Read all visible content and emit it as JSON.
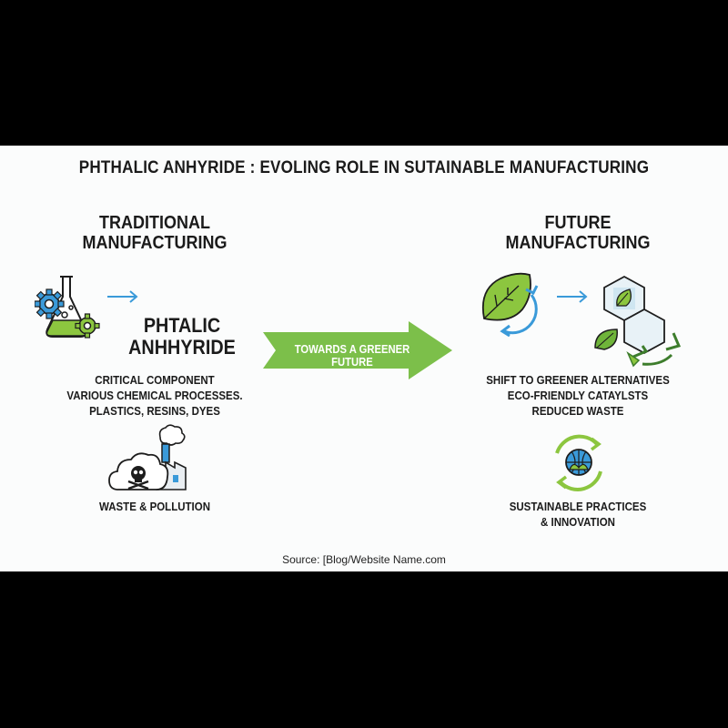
{
  "title": "PHTHALIC ANHYRIDE : EVOLING ROLE IN SUTAINABLE MANUFACTURING",
  "traditional": {
    "heading": "TRADITIONAL\nMANUFACTURING",
    "product_heading": "PHTALIC\nANHHYRIDE",
    "description": "CRITICAL COMPONENT\nVARIOUS CHEMICAL PROCESSES.\nPLASTICS, RESINS, DYES",
    "waste_label": "WASTE & POLLUTION",
    "icons": [
      "flask-gears-icon",
      "arrow-right-icon",
      "polluting-factory-icon"
    ]
  },
  "banner": {
    "label": "TOWARDS A GREENER FUTURE",
    "color": "#7cbf4a"
  },
  "future": {
    "heading": "FUTURE\nMANUFACTURING",
    "description": "SHIFT TO GREENER ALTERNATIVES\nECO-FRIENDLY CATAYLSTS\nREDUCED WASTE",
    "sustainable_label": "SUSTAINABLE PRACTICES\n& INNOVATION",
    "icons": [
      "leaf-cycle-icon",
      "arrow-right-icon",
      "green-molecule-icon",
      "globe-cycle-icon"
    ]
  },
  "source": "Source: [Blog/Website Name.com",
  "colors": {
    "blue": "#3a9ad9",
    "green": "#7cbf4a",
    "dark_green": "#3d7d2c",
    "text": "#1b1b1b"
  }
}
